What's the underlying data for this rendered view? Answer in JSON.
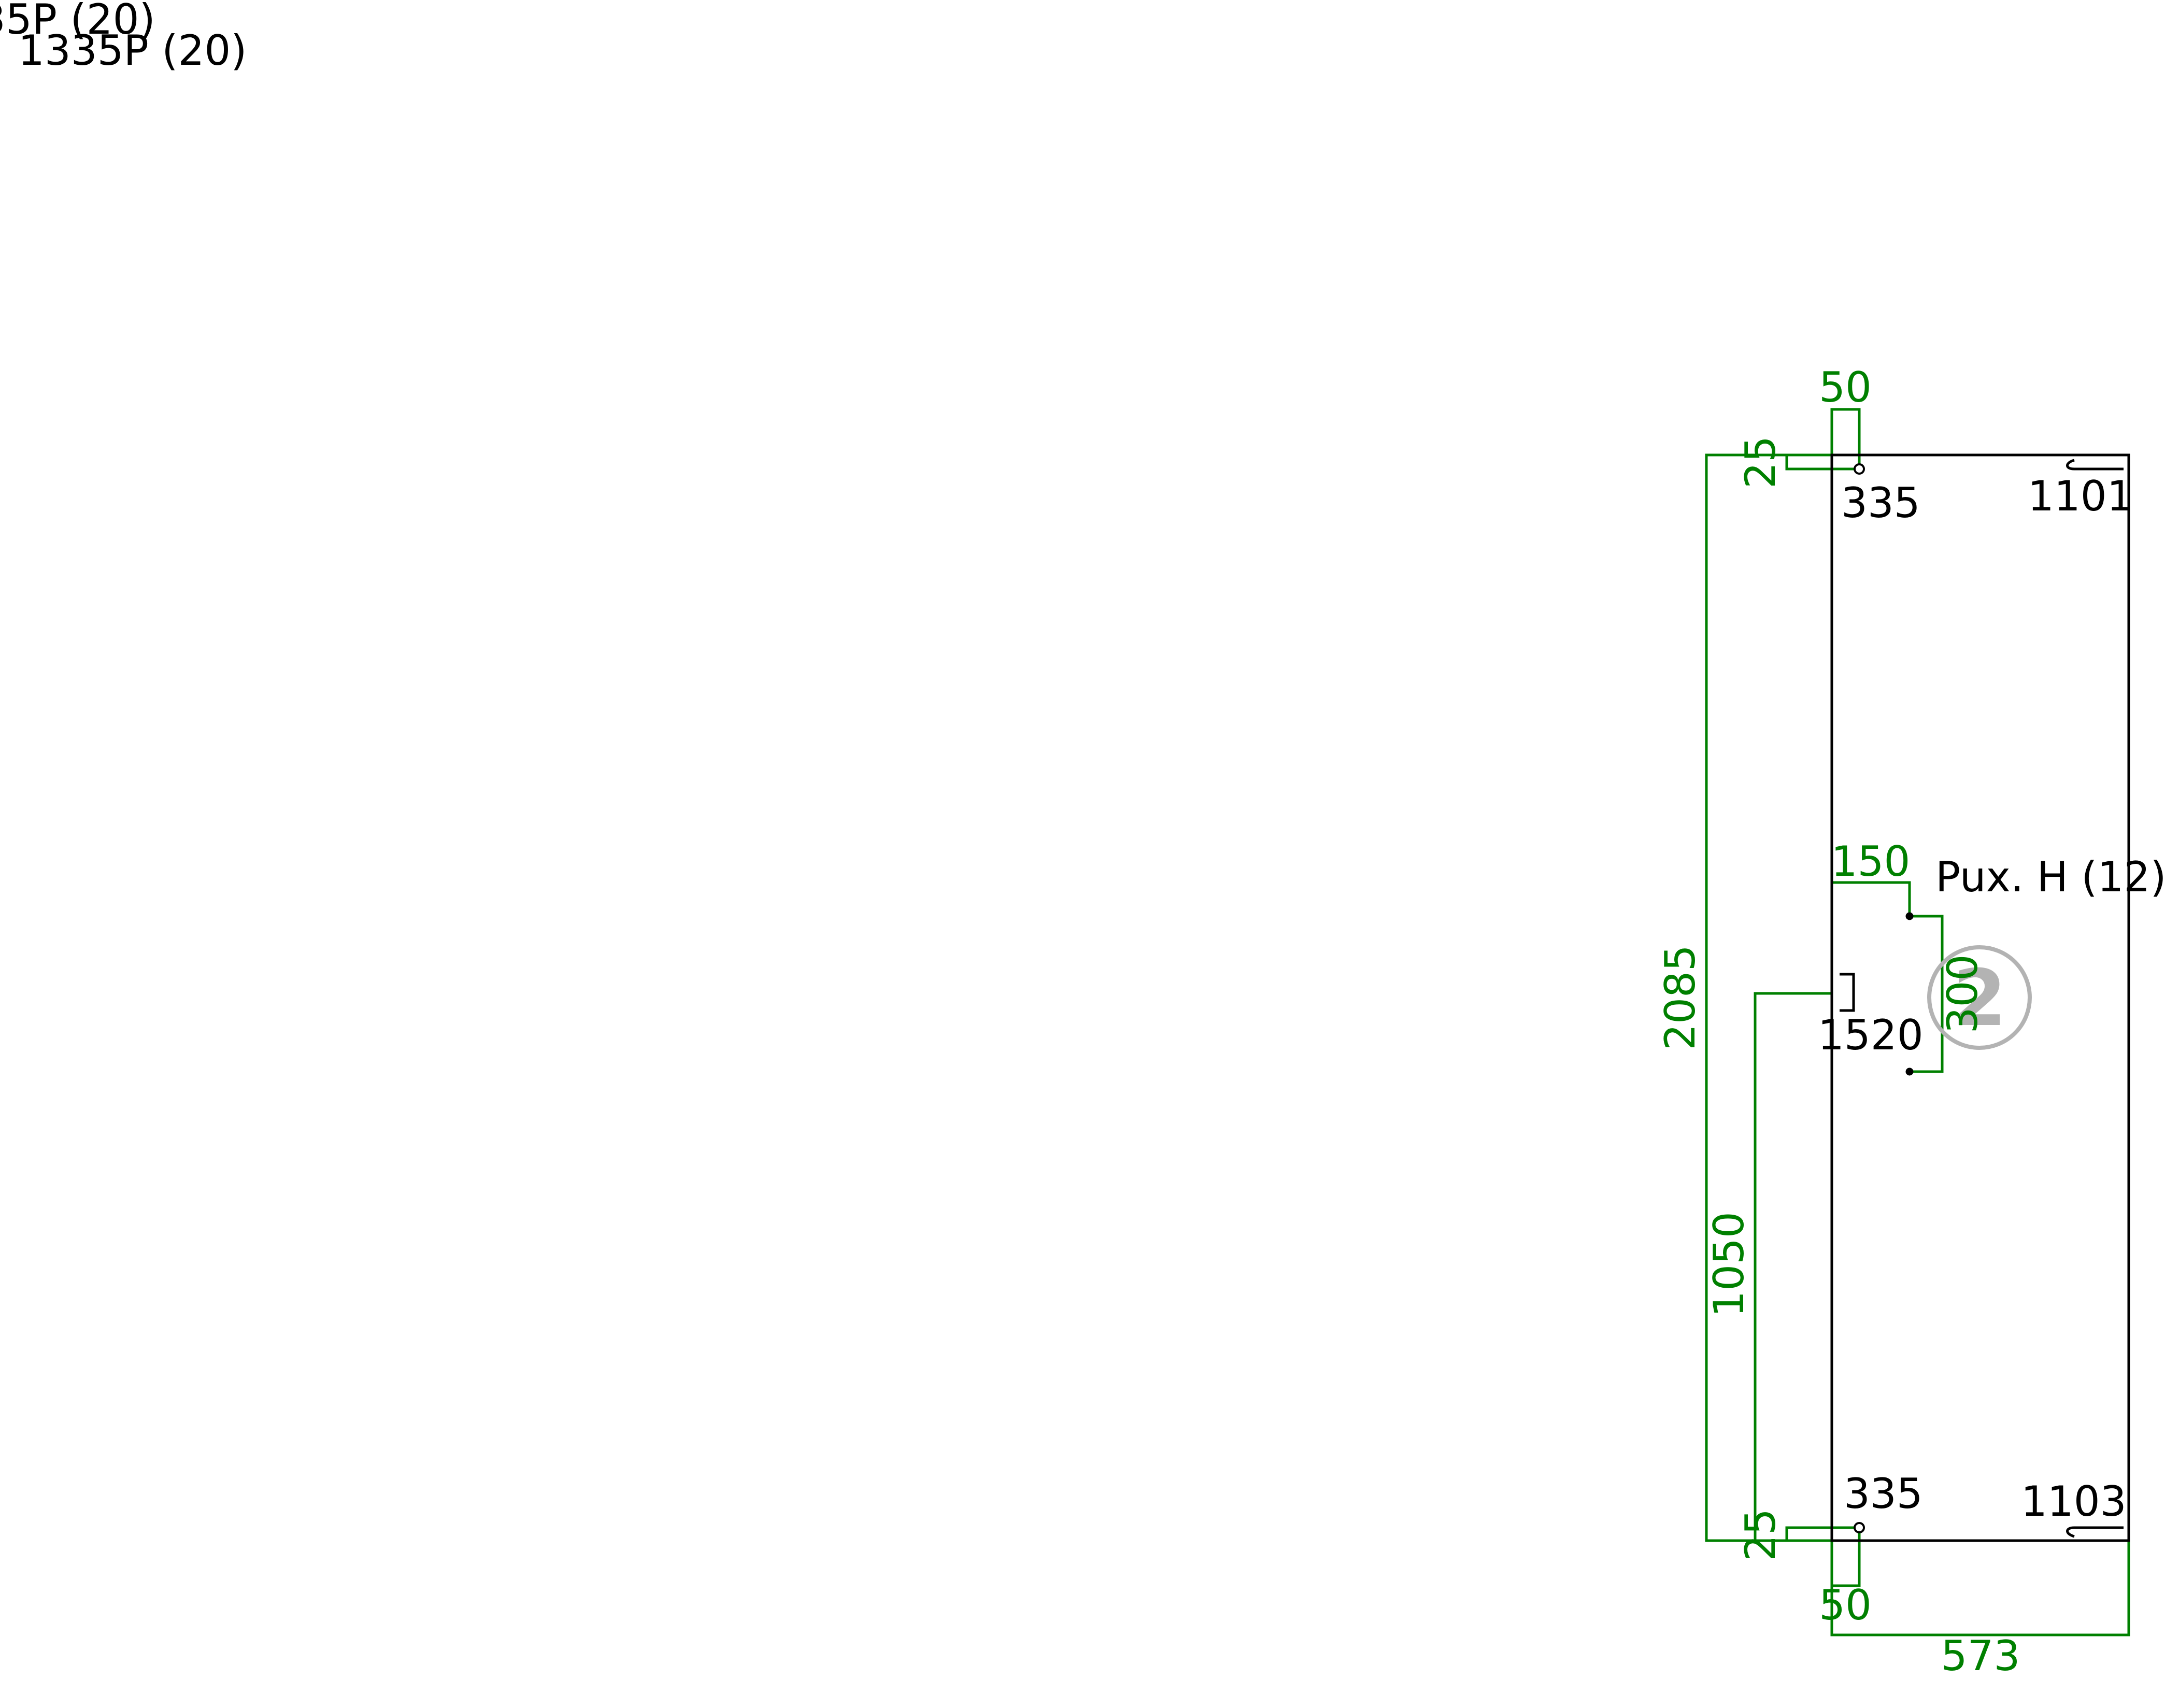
{
  "header": {
    "label_clipped": "35P (20)",
    "label": "1335P (20)"
  },
  "panel": {
    "badge_number": "2",
    "annotation_handle": "Pux. H (12)",
    "codes": {
      "top_left": "335",
      "top_right": "1101",
      "middle": "1520",
      "bottom_left": "335",
      "bottom_right": "1103"
    }
  },
  "dimensions": {
    "overall_height": "2085",
    "handle_height": "1050",
    "top_offset": "25",
    "bottom_offset": "25",
    "top_hole_inset": "50",
    "bottom_hole_inset": "50",
    "handle_inset": "150",
    "handle_spacing": "300",
    "overall_width": "573"
  },
  "colors": {
    "dimension": "#008000",
    "outline": "#000000",
    "badge": "#b3b3b3"
  }
}
